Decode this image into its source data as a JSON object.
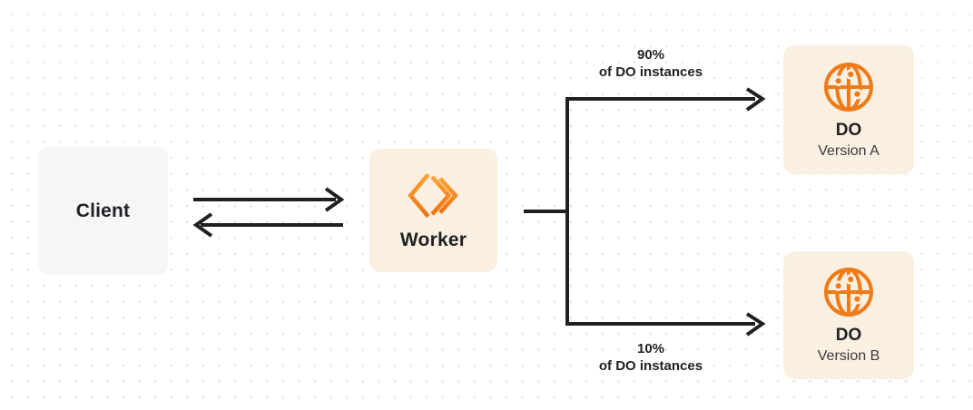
{
  "diagram": {
    "nodes": {
      "client": {
        "label": "Client"
      },
      "worker": {
        "label": "Worker",
        "icon": "cloudflare-workers-icon"
      },
      "do_version_a": {
        "title": "DO",
        "subtitle": "Version A",
        "icon": "durable-object-globe-icon"
      },
      "do_version_b": {
        "title": "DO",
        "subtitle": "Version B",
        "icon": "durable-object-globe-icon"
      }
    },
    "edges": {
      "client_worker": {
        "type": "bidirectional-arrows"
      },
      "top_branch": {
        "percent": "90%",
        "caption": "of DO instances"
      },
      "bottom_branch": {
        "percent": "10%",
        "caption": "of DO instances"
      }
    },
    "colors": {
      "orange": "#F38020",
      "orange_dark": "#EF7A18",
      "orange_light": "#FAA43A",
      "node_cream": "#FAF0E1",
      "client_gray": "#F6F6F8",
      "line": "#1F2023",
      "dot_grid": "#E3E3E6"
    }
  }
}
